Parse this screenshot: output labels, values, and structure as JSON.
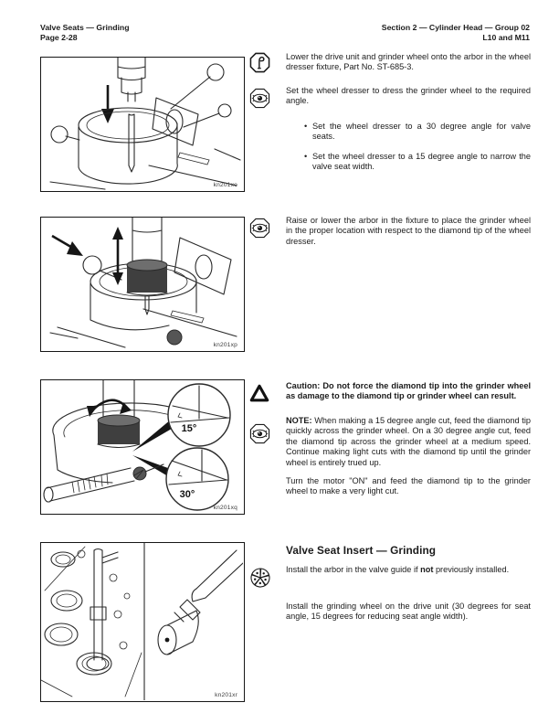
{
  "header": {
    "left_title": "Valve Seats — Grinding",
    "left_page": "Page 2-28",
    "right_section": "Section 2 — Cylinder Head — Group 02",
    "right_model": "L10 and M11"
  },
  "icons": {
    "special_tool": "wrench-octagon-icon",
    "inspect": "eye-octagon-icon",
    "caution": "warning-triangle-icon",
    "valve_pattern": "segmented-wheel-icon"
  },
  "figures": [
    {
      "code": "kn201xo"
    },
    {
      "code": "kn201xp"
    },
    {
      "code": "kn201xq",
      "angle_top": "15°",
      "angle_bottom": "30°"
    },
    {
      "code": "kn201xr"
    }
  ],
  "steps": {
    "s1": "Lower the drive unit and grinder wheel onto the arbor in the wheel dresser fixture, Part No. ST-685-3.",
    "s2": "Set the wheel dresser to dress the grinder wheel to the required angle.",
    "bullet1": "Set the wheel dresser to a 30 degree angle for valve seats.",
    "bullet2": "Set the wheel dresser to a 15 degree angle to narrow the valve seat width.",
    "s3": "Raise or lower the arbor in the fixture to place the grinder wheel in the proper location with respect to the diamond tip of the wheel dresser.",
    "caution": "Caution:  Do not force the diamond tip into the grinder wheel as damage to the diamond tip or grinder wheel can result.",
    "note_label": "NOTE:",
    "note_text": " When making a 15 degree angle cut, feed the diamond tip quickly across the grinder wheel. On a 30 degree angle cut, feed the diamond tip across the grinder wheel at a medium speed. Continue making light cuts with the diamond tip until the grinder wheel is entirely trued up.",
    "s4": "Turn the motor \"ON\" and feed the diamond tip to the grinder wheel to make a very light cut.",
    "insert_heading": "Valve Seat Insert — Grinding",
    "s5_pre": "Install the arbor in the valve guide if ",
    "s5_bold": "not",
    "s5_post": " previously installed.",
    "s6": "Install the grinding wheel on the drive unit (30 degrees for seat angle, 15 degrees for reducing seat angle width)."
  }
}
